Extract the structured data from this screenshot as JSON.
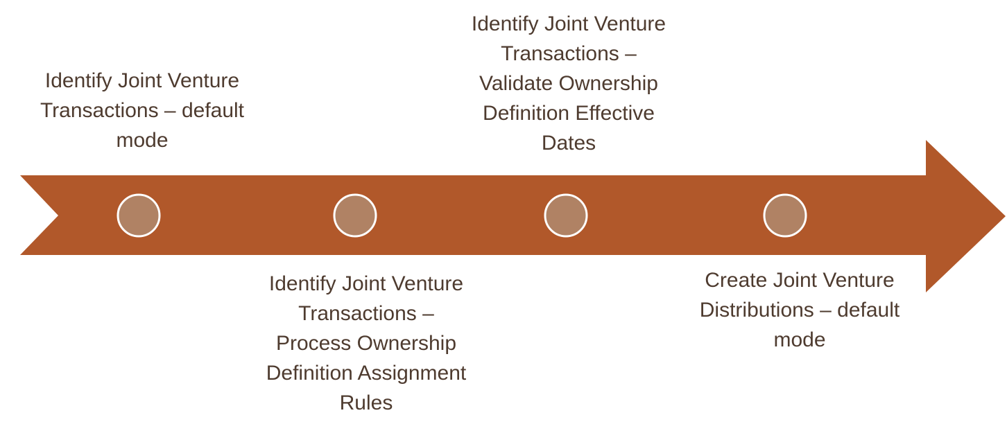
{
  "colors": {
    "arrow_fill": "#b1582a",
    "marker_fill": "#b08264",
    "marker_stroke": "#ffffff",
    "text": "#4e3b2f",
    "background": "#ffffff"
  },
  "diagram": {
    "type": "process-timeline-arrow",
    "direction": "left-to-right",
    "milestones": [
      {
        "label_position": "above",
        "label": "Identify Joint Venture\nTransactions – default\nmode"
      },
      {
        "label_position": "below",
        "label": "Identify Joint Venture\nTransactions –\nProcess Ownership\nDefinition Assignment\nRules"
      },
      {
        "label_position": "above",
        "label": "Identify Joint Venture\nTransactions –\nValidate Ownership\nDefinition Effective\nDates"
      },
      {
        "label_position": "below",
        "label": "Create Joint Venture\nDistributions – default\nmode"
      }
    ]
  }
}
